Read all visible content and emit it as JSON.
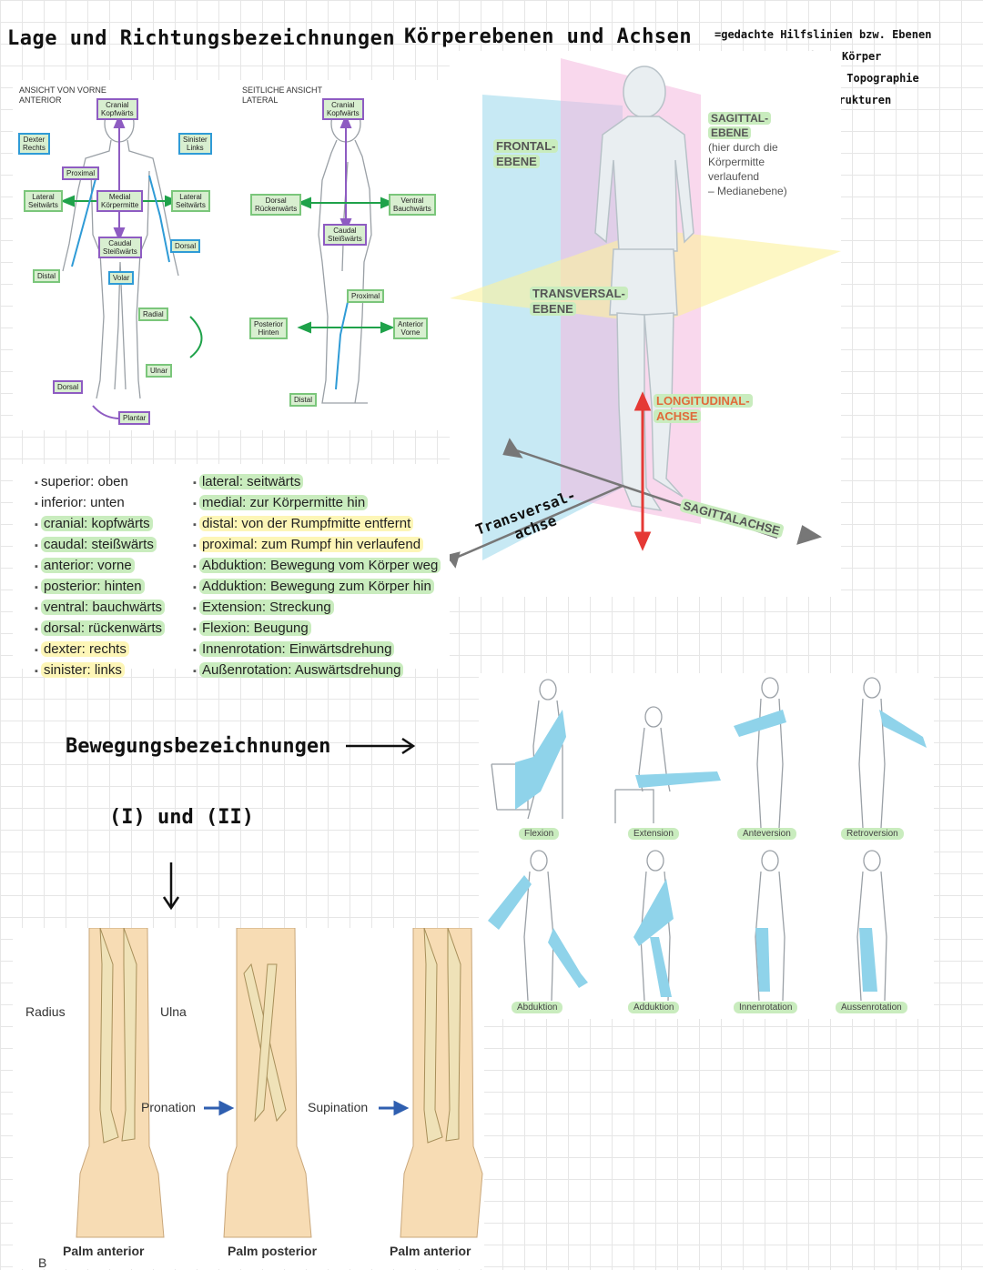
{
  "titles": {
    "lage": "Lage und Richtungsbezeichnungen",
    "ebenen": "Körperebenen und Achsen",
    "bewegung": "Bewegungsbezeichnungen",
    "bewegung_sub": "(I) und (II)"
  },
  "note": {
    "line1": "=gedachte Hilfslinien bzw. Ebenen",
    "line2": "durch menschliche Körper",
    "line3": "→ Beschreibung von Topographie",
    "line4": "anatomischer Strukturen"
  },
  "front_view": {
    "heading": [
      "ANSICHT VON VORNE",
      "ANTERIOR"
    ],
    "labels": {
      "cranial": [
        "Cranial",
        "Kopfwärts"
      ],
      "dexter": [
        "Dexter",
        "Rechts"
      ],
      "sinister": [
        "Sinister",
        "Links"
      ],
      "proximal": [
        "Proximal"
      ],
      "lateral_l": [
        "Lateral",
        "Seitwärts"
      ],
      "medial": [
        "Medial",
        "Körpermitte"
      ],
      "lateral_r": [
        "Lateral",
        "Seitwärts"
      ],
      "caudal": [
        "Caudal",
        "Steißwärts"
      ],
      "dorsal_hand": [
        "Dorsal"
      ],
      "distal": [
        "Distal"
      ],
      "volar": [
        "Volar"
      ],
      "radial": [
        "Radial"
      ],
      "ulnar": [
        "Ulnar"
      ],
      "dorsal_foot": [
        "Dorsal"
      ],
      "plantar": [
        "Plantar"
      ]
    }
  },
  "side_view": {
    "heading": [
      "SEITLICHE ANSICHT",
      "LATERAL"
    ],
    "labels": {
      "cranial": [
        "Cranial",
        "Kopfwärts"
      ],
      "dorsal": [
        "Dorsal",
        "Rückenwärts"
      ],
      "ventral": [
        "Ventral",
        "Bauchwärts"
      ],
      "caudal": [
        "Caudal",
        "Steißwärts"
      ],
      "proximal": [
        "Proximal"
      ],
      "posterior": [
        "Posterior",
        "Hinten"
      ],
      "anterior": [
        "Anterior",
        "Vorne"
      ],
      "distal": [
        "Distal"
      ]
    }
  },
  "terms_left": [
    {
      "text": "superior: oben",
      "hl": ""
    },
    {
      "text": "inferior: unten",
      "hl": ""
    },
    {
      "text": "cranial: kopfwärts",
      "hl": "g"
    },
    {
      "text": "caudal: steißwärts",
      "hl": "g"
    },
    {
      "text": "anterior: vorne",
      "hl": "g"
    },
    {
      "text": "posterior: hinten",
      "hl": "g"
    },
    {
      "text": "ventral: bauchwärts",
      "hl": "g"
    },
    {
      "text": "dorsal: rückenwärts",
      "hl": "g"
    },
    {
      "text": "dexter: rechts",
      "hl": "y"
    },
    {
      "text": "sinister: links",
      "hl": "y"
    }
  ],
  "terms_right": [
    {
      "text": "lateral: seitwärts",
      "hl": "g"
    },
    {
      "text": "medial: zur Körpermitte hin",
      "hl": "g"
    },
    {
      "text": "distal: von der Rumpfmitte entfernt",
      "hl": "y"
    },
    {
      "text": "proximal: zum Rumpf hin verlaufend",
      "hl": "y"
    },
    {
      "text": "Abduktion: Bewegung vom Körper weg",
      "hl": "g"
    },
    {
      "text": "Adduktion: Bewegung zum Körper hin",
      "hl": "g"
    },
    {
      "text": "Extension: Streckung",
      "hl": "g"
    },
    {
      "text": "Flexion: Beugung",
      "hl": "g"
    },
    {
      "text": "Innenrotation: Einwärtsdrehung",
      "hl": "g"
    },
    {
      "text": "Außenrotation: Auswärtsdrehung",
      "hl": "g"
    }
  ],
  "planes": {
    "frontal": [
      "FRONTAL-",
      "EBENE"
    ],
    "sagittal": [
      "SAGITTAL-",
      "EBENE"
    ],
    "sagittal_note": [
      "(hier durch die",
      "Körpermitte",
      "verlaufend",
      "– Medianebene)"
    ],
    "transversal": [
      "TRANSVERSAL-",
      "EBENE"
    ],
    "longitudinal": [
      "LONGITUDINAL-",
      "ACHSE"
    ],
    "sagittalachse": "SAGITTALACHSE",
    "transversalachse": [
      "Transversal-",
      "achse"
    ]
  },
  "movements": [
    "Flexion",
    "Extension",
    "Anteversion",
    "Retroversion",
    "Abduktion",
    "Adduktion",
    "Innenrotation",
    "Aussenrotation"
  ],
  "forearm": {
    "radius": "Radius",
    "ulna": "Ulna",
    "pronation": "Pronation",
    "supination": "Supination",
    "palm1": "Palm anterior",
    "palm2": "Palm posterior",
    "palm3": "Palm anterior",
    "panel_letter": "B"
  },
  "colors": {
    "green": "#c9ecbe",
    "yellow": "#fdf6b7",
    "blue": "#8fd3ea",
    "pink": "#f4b8de",
    "skin": "#f7dcb4",
    "bone": "#efe2b8"
  }
}
